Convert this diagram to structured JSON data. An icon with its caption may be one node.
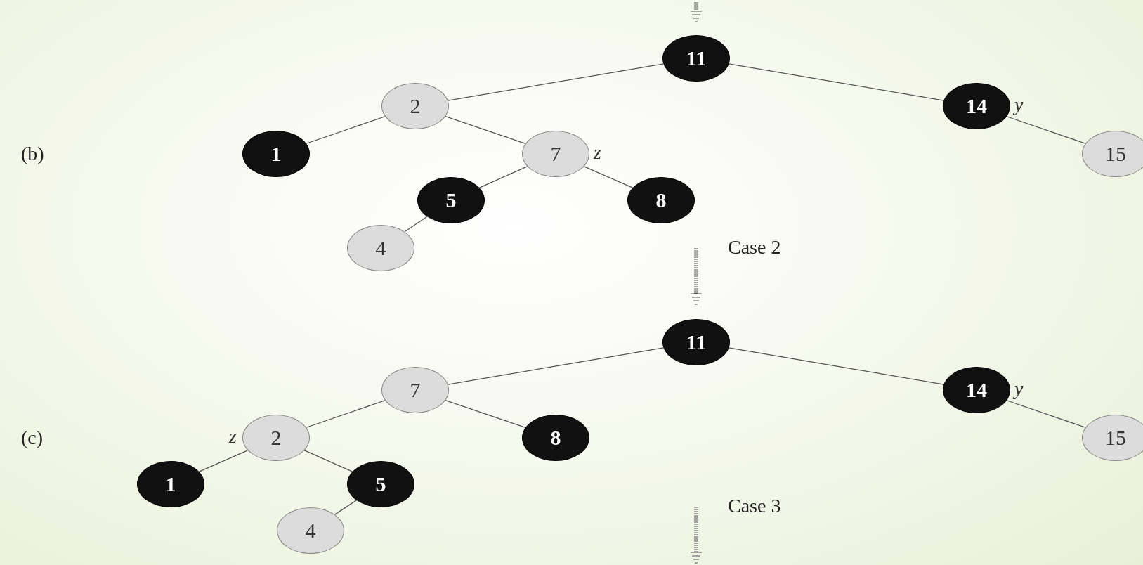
{
  "diagram": {
    "nodes": [
      {
        "text": [
          "11"
        ]
      },
      {
        "text": [
          "2"
        ]
      },
      {
        "text": [
          "14"
        ],
        "beside": [
          "y"
        ]
      },
      {
        "text": [
          "1"
        ]
      },
      {
        "text": [
          "7"
        ],
        "beside": [
          "z"
        ]
      },
      {
        "text": [
          "15"
        ]
      },
      {
        "text": [
          "5"
        ]
      },
      {
        "text": [
          "8"
        ]
      },
      {
        "text": [
          "4"
        ]
      },
      {
        "text": [
          "11"
        ]
      },
      {
        "text": [
          "7"
        ]
      },
      {
        "text": [
          "14"
        ],
        "beside": [
          "y"
        ]
      },
      {
        "text": [
          "2"
        ],
        "beside": [
          "z"
        ]
      },
      {
        "text": [
          "8"
        ]
      },
      {
        "text": [
          "15"
        ]
      },
      {
        "text": [
          "1"
        ]
      },
      {
        "text": [
          "5"
        ]
      },
      {
        "text": [
          "4"
        ]
      }
    ],
    "edges": [
      {
        "from": 0,
        "to": 1,
        "arrow": "none"
      },
      {
        "from": 0,
        "to": 2,
        "arrow": "none"
      },
      {
        "from": 1,
        "to": 3,
        "arrow": "none"
      },
      {
        "from": 1,
        "to": 4,
        "arrow": "none"
      },
      {
        "from": 2,
        "to": 5,
        "arrow": "none"
      },
      {
        "from": 4,
        "to": 6,
        "arrow": "none"
      },
      {
        "from": 4,
        "to": 7,
        "arrow": "none"
      },
      {
        "from": 6,
        "to": 8,
        "arrow": "none"
      },
      {
        "from": 9,
        "to": 10,
        "arrow": "none"
      },
      {
        "from": 9,
        "to": 11,
        "arrow": "none"
      },
      {
        "from": 10,
        "to": 12,
        "arrow": "none"
      },
      {
        "from": 10,
        "to": 13,
        "arrow": "none"
      },
      {
        "from": 11,
        "to": 14,
        "arrow": "none"
      },
      {
        "from": 12,
        "to": 15,
        "arrow": "none"
      },
      {
        "from": 12,
        "to": 16,
        "arrow": "none"
      },
      {
        "from": 16,
        "to": 17,
        "arrow": "none"
      }
    ],
    "labels": [
      "(b)",
      "Case 2",
      "(c)",
      "Case 3"
    ]
  }
}
